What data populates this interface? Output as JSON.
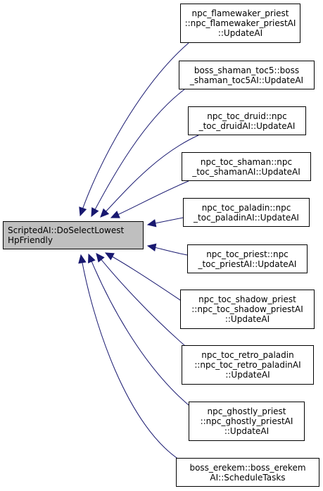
{
  "colors": {
    "edge": "#191970",
    "root_fill": "#bfbfbf",
    "box_fill": "#ffffff",
    "border": "#000000"
  },
  "root": {
    "label": "ScriptedAI::DoSelectLowest\nHpFriendly"
  },
  "callers": [
    {
      "label": "npc_flamewaker_priest\n::npc_flamewaker_priestAI\n::UpdateAI"
    },
    {
      "label": "boss_shaman_toc5::boss\n_shaman_toc5AI::UpdateAI"
    },
    {
      "label": "npc_toc_druid::npc\n_toc_druidAI::UpdateAI"
    },
    {
      "label": "npc_toc_shaman::npc\n_toc_shamanAI::UpdateAI"
    },
    {
      "label": "npc_toc_paladin::npc\n_toc_paladinAI::UpdateAI"
    },
    {
      "label": "npc_toc_priest::npc\n_toc_priestAI::UpdateAI"
    },
    {
      "label": "npc_toc_shadow_priest\n::npc_toc_shadow_priestAI\n::UpdateAI"
    },
    {
      "label": "npc_toc_retro_paladin\n::npc_toc_retro_paladinAI\n::UpdateAI"
    },
    {
      "label": "npc_ghostly_priest\n::npc_ghostly_priestAI\n::UpdateAI"
    },
    {
      "label": "boss_erekem::boss_erekem\nAI::ScheduleTasks"
    }
  ]
}
